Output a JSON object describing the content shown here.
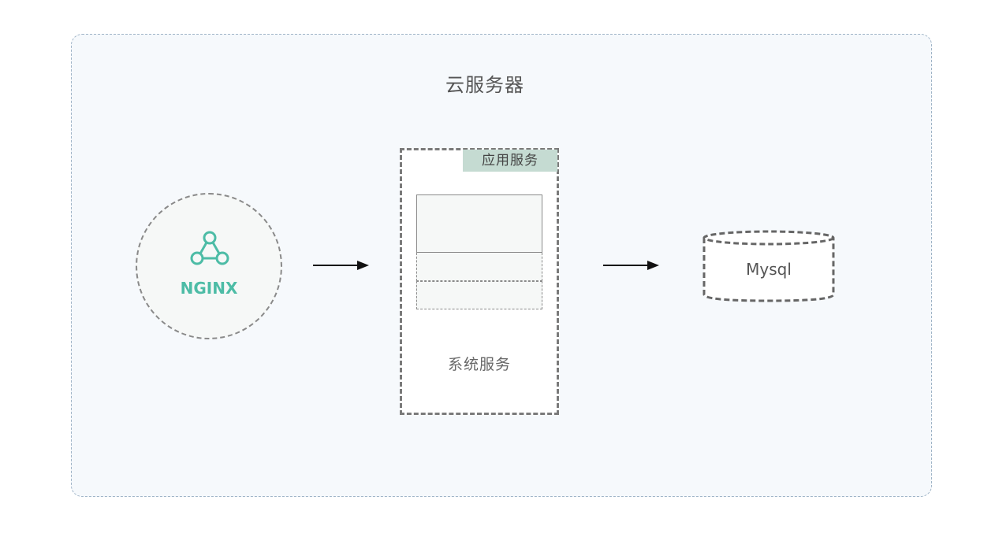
{
  "diagram": {
    "title": "云服务器",
    "nodes": {
      "nginx": {
        "label": "NGINX",
        "icon": "nginx-graph-icon",
        "color": "#4dbca6"
      },
      "app_server": {
        "tag": "应用服务",
        "label": "系统服务",
        "tag_color": "#c5dbd2"
      },
      "database": {
        "label": "Mysql",
        "icon": "database-cylinder-icon"
      }
    },
    "edges": [
      {
        "from": "nginx",
        "to": "app_server"
      },
      {
        "from": "app_server",
        "to": "database"
      }
    ],
    "colors": {
      "frame_border": "#9fb4c7",
      "frame_background": "#f6f9fc",
      "node_border": "#7a7a7a"
    }
  }
}
